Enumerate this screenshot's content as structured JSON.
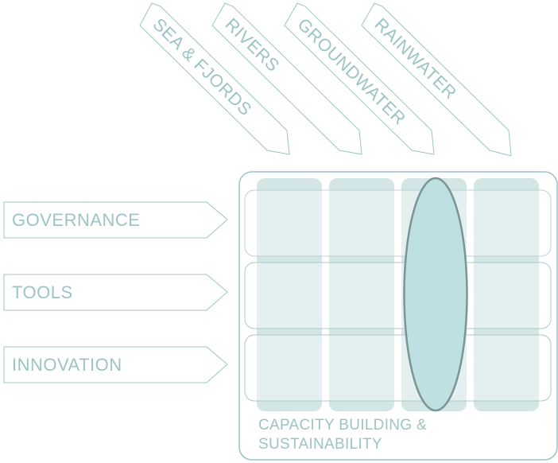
{
  "diagram": {
    "water_sources": [
      {
        "label": "SEA & FJORDS"
      },
      {
        "label": "RIVERS"
      },
      {
        "label": "GROUNDWATER"
      },
      {
        "label": "RAINWATER"
      }
    ],
    "pillars": [
      {
        "label": "GOVERNANCE"
      },
      {
        "label": "TOOLS"
      },
      {
        "label": "INNOVATION"
      }
    ],
    "caption_line1": "CAPACITY BUILDING &",
    "caption_line2": "SUSTAINABILITY",
    "highlighted_column": "GROUNDWATER",
    "colors": {
      "outline": "#9cc4c4",
      "text": "#9cc4c4",
      "column_fill": "#d3e6e5",
      "highlight_fill": "#bfe0e3",
      "highlight_stroke": "#7b9596"
    }
  }
}
